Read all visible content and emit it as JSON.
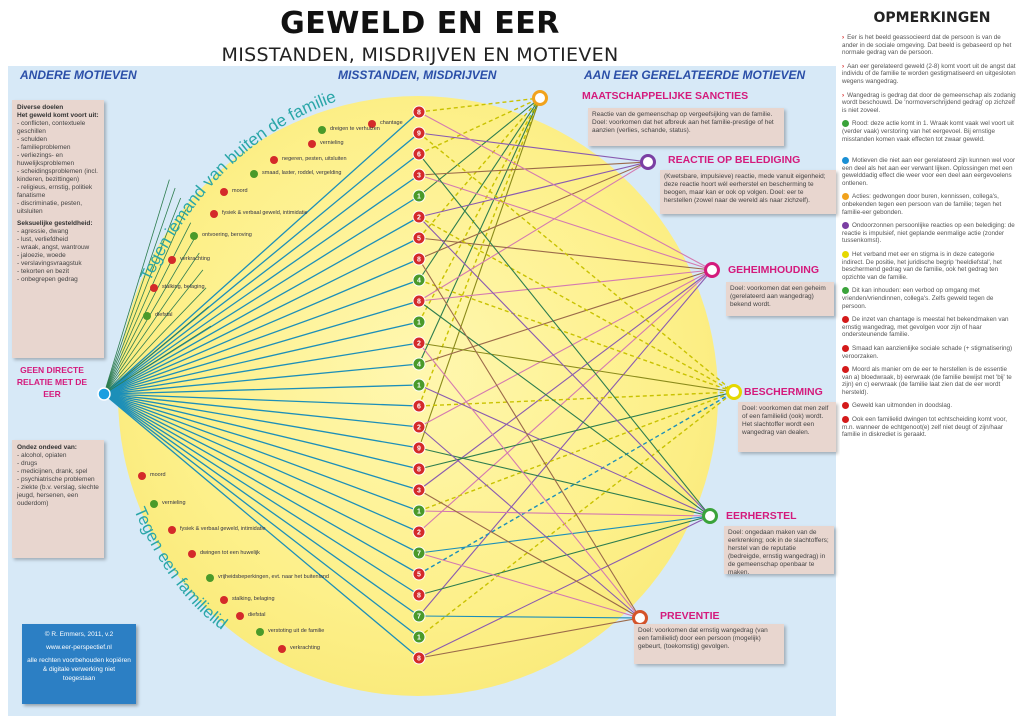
{
  "header": {
    "title": "GEWELD EN EER",
    "subtitle": "MISSTANDEN, MISDRIJVEN EN MOTIEVEN"
  },
  "columns": {
    "left": "ANDERE MOTIEVEN",
    "middle": "MISSTANDEN, MISDRIJVEN",
    "right": "AAN EER GERELATEERDE MOTIEVEN"
  },
  "arcs": {
    "top": "Tegen iemand van buiten de familie",
    "bottom": "Tegen een familielid"
  },
  "left_boxes": {
    "top": {
      "heading": "Diverse doelen",
      "subheading": "Het geweld komt voort uit:",
      "items": [
        "conflicten, contextuele geschillen",
        "schulden",
        "familieproblemen",
        "verliezings- en huwelijksproblemen",
        "scheidingsproblemen (incl. kinderen, bezittingen)",
        "religieus, ernstig, politiek fanatisme",
        "discriminatie, pesten, uitsluiten"
      ],
      "heading2": "Seksuelijke gesteldheid:",
      "items2": [
        "agressie, dwang",
        "lust, verliefdheid",
        "wraak, angst, wantrouw",
        "jaloezie, woede",
        "verslavingsvraagstuk",
        "tekorten en bezit",
        "onbegrepen gedrag"
      ]
    },
    "bottom": {
      "heading": "Ondez ondeed van:",
      "items": [
        "alcohol, opiaten",
        "drugs",
        "medicijnen, drank, spel",
        "psychiatrische problemen",
        "ziekte (b.v. verslag, slechte jeugd, hersenen, een ouderdom)"
      ]
    }
  },
  "center_node": "GEEN DIRECTE RELATIE MET DE EER",
  "top_arc_labels": [
    "chantage",
    "dreigen te verhuizen",
    "vernieling",
    "negeren, pesten, uitsluiten",
    "smaad, laster, roddel, vergelding",
    "moord",
    "fysiek & verbaal geweld, intimidatie",
    "ontvoering, beroving",
    "verkrachting",
    "stalking, belaging",
    "diefstal"
  ],
  "bottom_arc_labels": [
    "moord",
    "vernieling",
    "fysiek & verbaal geweld, intimidatie",
    "dwingen tot een huwelijk",
    "vrijheidsbeperkingen, evt. naar het buitenland",
    "stalking, belaging",
    "diefstal",
    "verstoting uit de familie",
    "verkrachting"
  ],
  "middle_markers": [
    "8",
    "9",
    "6",
    "3",
    "1",
    "2",
    "5",
    "8",
    "4",
    "8",
    "1",
    "2",
    "4",
    "1",
    "6",
    "2",
    "9",
    "8",
    "3",
    "1",
    "2",
    "7",
    "5",
    "8",
    "7",
    "1",
    "8"
  ],
  "motives": [
    {
      "key": "sancties",
      "title": "MAATSCHAPPELIJKE SANCTIES",
      "marker": "A",
      "color": "#f1a21c",
      "text": "Reactie van de gemeenschap op vergeefsijking van de familie. Doel: voorkomen dat het afbreuk aan het familie-prestige of het aanzien (verlies, schande, status)."
    },
    {
      "key": "belediging",
      "title": "REACTIE OP BELEDIGING",
      "marker": "B",
      "color": "#7b3fa3",
      "text": "(Kwetsbare, impulsieve) reactie, mede vanuit eigenheid; deze reactie hoort wél eerherstel en bescherming te beogen, maar kan er ook op volgen. Doel: eer te herstellen (zowel naar de wereld als naar zichzelf)."
    },
    {
      "key": "geheimhouding",
      "title": "GEHEIMHOUDING",
      "marker": "C",
      "color": "#d41a7c",
      "text": "Doel: voorkomen dat een geheim (gerelateerd aan wangedrag) bekend wordt."
    },
    {
      "key": "bescherming",
      "title": "BESCHERMING",
      "marker": "D",
      "color": "#e5d800",
      "text": "Doel: voorkomen dat men zelf of een familielid (ook) wordt. Het slachtoffer wordt een wangedrag van dealen."
    },
    {
      "key": "eerherstel",
      "title": "EERHERSTEL",
      "marker": "E",
      "color": "#3aa33a",
      "text": "Doel: ongedaan maken van de eerkrenking; ook in de slachtoffers; herstel van de reputatie (bedreigde, ernstig wangedrag) in de gemeenschap openbaar te maken."
    },
    {
      "key": "preventie",
      "title": "PREVENTIE",
      "marker": "F",
      "color": "#d4532a",
      "text": "Doel: voorkomen dat ernstig wangedrag (van een familielid) door een persoon (mogelijk) gebeurt, (toekomstig) gevolgen."
    }
  ],
  "copyright": {
    "line1": "© R. Emmers, 2011, v.2",
    "line2": "www.eer-perspectief.nl",
    "line3": "alle rechten voorbehouden kopiëren & digitale verwerking niet toegestaan"
  },
  "remarks": {
    "title": "OPMERKINGEN",
    "items": [
      {
        "kind": "arrow",
        "color": "#d41a1a",
        "text": "Eer is het beeld geassocieerd dat de persoon is van de ander in de sociale omgeving. Dat beeld is gebaseerd op het normale gedrag van de persoon."
      },
      {
        "kind": "arrow",
        "color": "#d41a1a",
        "text": "Aan eer gerelateerd geweld (2-8) komt voort uit de angst dat individu of de familie te worden gestigmatiseerd en uitgesloten wegens wangedrag."
      },
      {
        "kind": "arrow",
        "color": "#d41a1a",
        "text": "Wangedrag is gedrag dat door de gemeenschap als zodanig wordt beschouwd. De 'normoverschrijdend gedrag' op zichzelf is niet zoveel."
      },
      {
        "kind": "dot",
        "color": "#3aa33a",
        "text": "Rood: deze actie komt in 1. Wraak komt vaak wel voort uit (verder vaak) verstoring van het eergevoel. Bij ernstige misstanden komen vaak effecten tot zwaar geweld."
      },
      {
        "kind": "dot",
        "color": "#1a8fd4",
        "text": "Motieven die niet aan eer gerelateerd zijn kunnen wel voor een deel als het aan eer verwant lijken. Oplossingen met een gewelddadig effect die weer voor een deel aan eergevoelens ontlenen."
      },
      {
        "kind": "dot",
        "color": "#f1a21c",
        "text": "Acties: gedwongen door buren, kennissen, collega's, onbekenden tegen een persoon van de familie; tegen het familie-eer gebonden."
      },
      {
        "kind": "dot",
        "color": "#7b3fa3",
        "text": "Ondoorzonnen persoonlijke reacties op een belediging: de reactie is impulsief, niet geplande eenmalige actie (zonder tussenkomst)."
      },
      {
        "kind": "dot",
        "color": "#e5d800",
        "text": "Het verband met eer en stigma is in deze categorie indirect. De positie, het juridische begrip 'heeldiefstal', het beschermend gedrag van de familie, ook het gedrag ten opzichte van de familie."
      },
      {
        "kind": "dot",
        "color": "#3aa33a",
        "text": "Dit kan inhouden: een verbod op omgang met vrienden/vriendinnen, collega's. Zelfs geweld tegen de persoon."
      },
      {
        "kind": "dot",
        "color": "#d41a1a",
        "text": "De inzet van chantage is meestal het bekendmaken van ernstig wangedrag, met gevolgen voor zijn of haar ondersteunende familie."
      },
      {
        "kind": "dot",
        "color": "#d41a1a",
        "text": "Smaad kan aanzienlijke sociale schade (+ stigmatisering) veroorzaken."
      },
      {
        "kind": "dot",
        "color": "#d41a1a",
        "text": "Moord als manier om de eer te herstellen is de essentie van a) bloedwraak, b) eerwraak (de familie bewijst met 'bij' te zijn) en c) eerwraak (de familie laat zien dat de eer wordt hersteld)."
      },
      {
        "kind": "dot",
        "color": "#d41a1a",
        "text": "Geweld kan uitmonden in doodslag."
      },
      {
        "kind": "dot",
        "color": "#d41a1a",
        "text": "Ook een familielid dwingen tot echtscheiding komt voor, m.n. wanneer de echtgenoot(e) zelf niet deugt of zijn/haar familie in diskrediet is geraakt."
      }
    ]
  },
  "colors": {
    "blue_line": "#1d8fb8",
    "green_line": "#2e7d4f",
    "purple_line": "#8a5bb0",
    "pink_line": "#d47ab0",
    "olive_line": "#8a8a1a",
    "yellow_dash": "#c9c200",
    "brown_line": "#9b6a4a",
    "magenta_text": "#d41a7c",
    "heading_blue": "#2b4fa8",
    "arc_text": "#2aa6a8",
    "marker_red": "#d42a2a",
    "marker_green": "#4a9a2a"
  }
}
